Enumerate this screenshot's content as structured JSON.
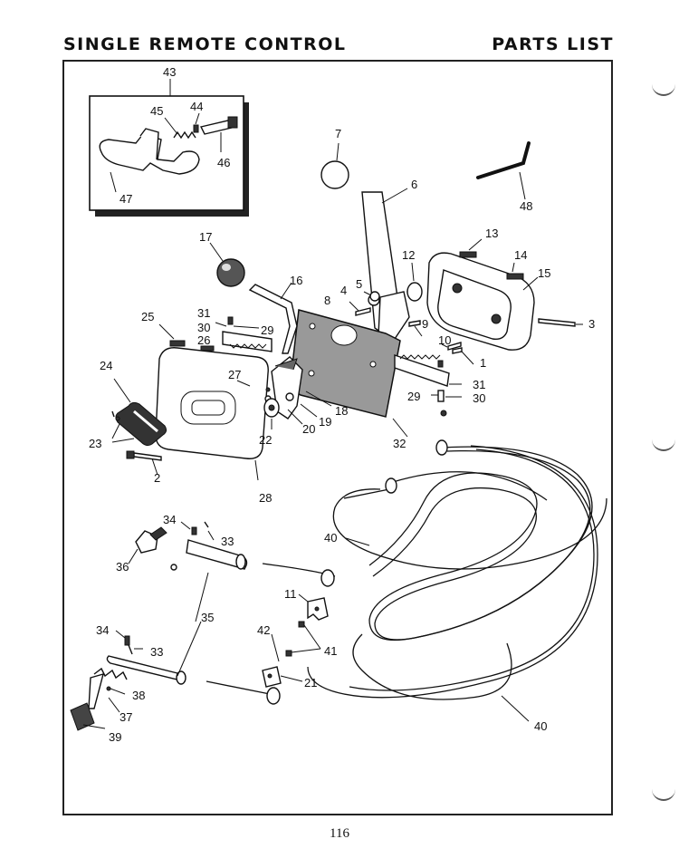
{
  "header": {
    "title_left": "SINGLE REMOTE CONTROL",
    "title_right": "PARTS LIST"
  },
  "page_number": "116",
  "callouts": [
    "1",
    "2",
    "3",
    "5",
    "6",
    "7",
    "8",
    "9",
    "10",
    "11",
    "12",
    "13",
    "14",
    "15",
    "16",
    "17",
    "18",
    "19",
    "20",
    "21",
    "22",
    "23",
    "24",
    "25",
    "26",
    "27",
    "28",
    "29",
    "30",
    "31",
    "32",
    "33",
    "34",
    "35",
    "36",
    "37",
    "38",
    "39",
    "40",
    "41",
    "42",
    "43",
    "44",
    "45",
    "46",
    "47",
    "48"
  ]
}
